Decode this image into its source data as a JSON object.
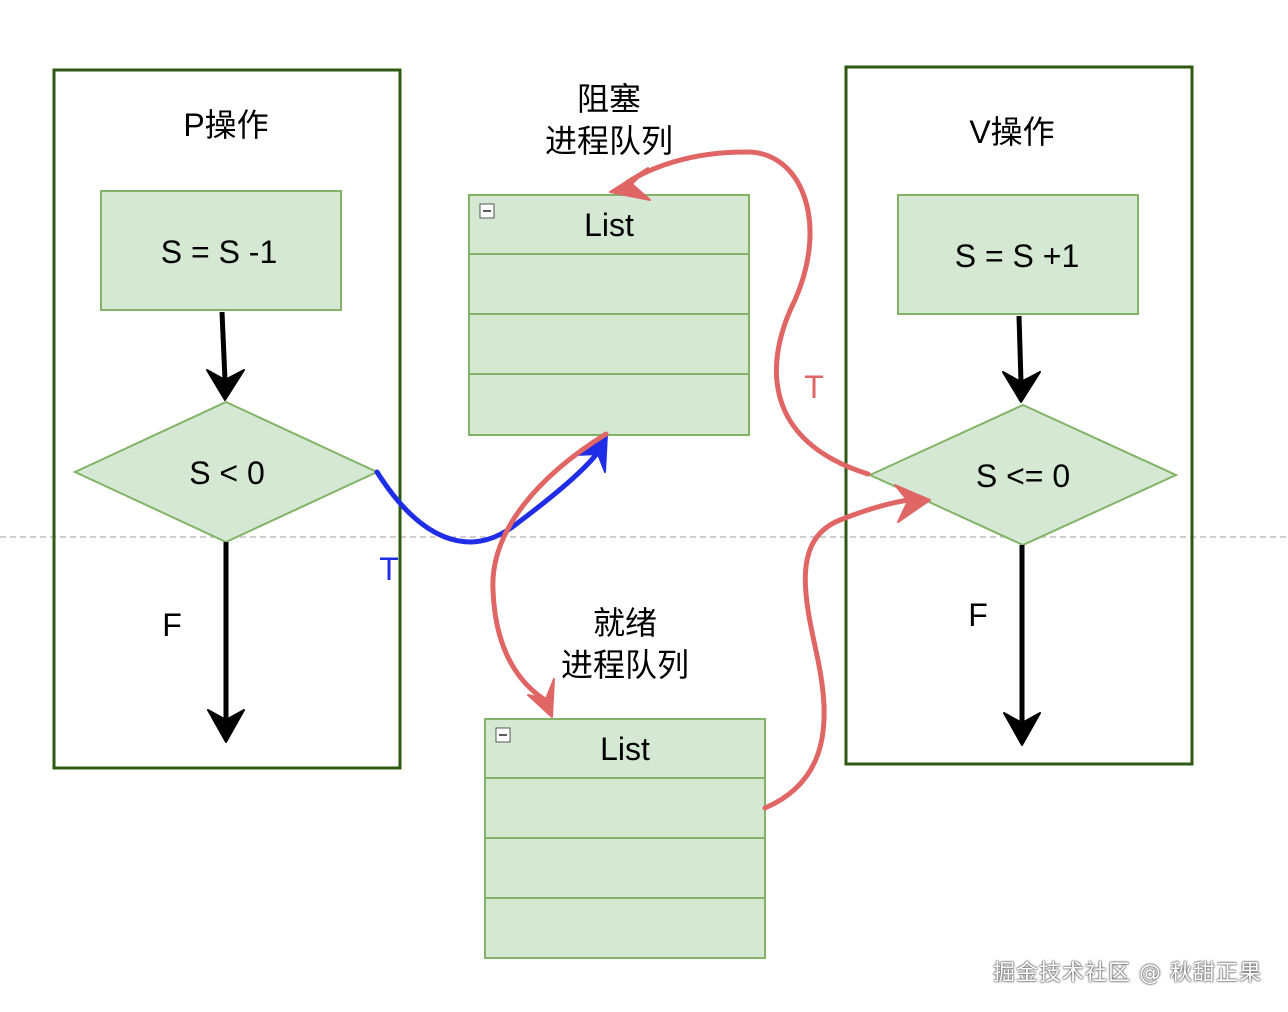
{
  "colors": {
    "container_border": "#2d5a10",
    "node_fill": "#d5e8d4",
    "node_border": "#82b366",
    "flow_arrow": "#000000",
    "true_arrow_p": "#1f2ee6",
    "wake_arrow": "#e06666",
    "divider": "#b0b0b0"
  },
  "p_operation": {
    "title": "P操作",
    "step": "S = S -1",
    "condition": "S < 0",
    "true_label": "T",
    "false_label": "F"
  },
  "v_operation": {
    "title": "V操作",
    "step": "S = S +1",
    "condition": "S <= 0",
    "true_label": "T",
    "false_label": "F"
  },
  "blocked_queue": {
    "label_line1": "阻塞",
    "label_line2": "进程队列",
    "header": "List",
    "collapse_icon": "minus-square-icon",
    "row_count": 3
  },
  "ready_queue": {
    "label_line1": "就绪",
    "label_line2": "进程队列",
    "header": "List",
    "collapse_icon": "minus-square-icon",
    "row_count": 3
  },
  "watermark": "掘金技术社区 @ 秋甜正果"
}
